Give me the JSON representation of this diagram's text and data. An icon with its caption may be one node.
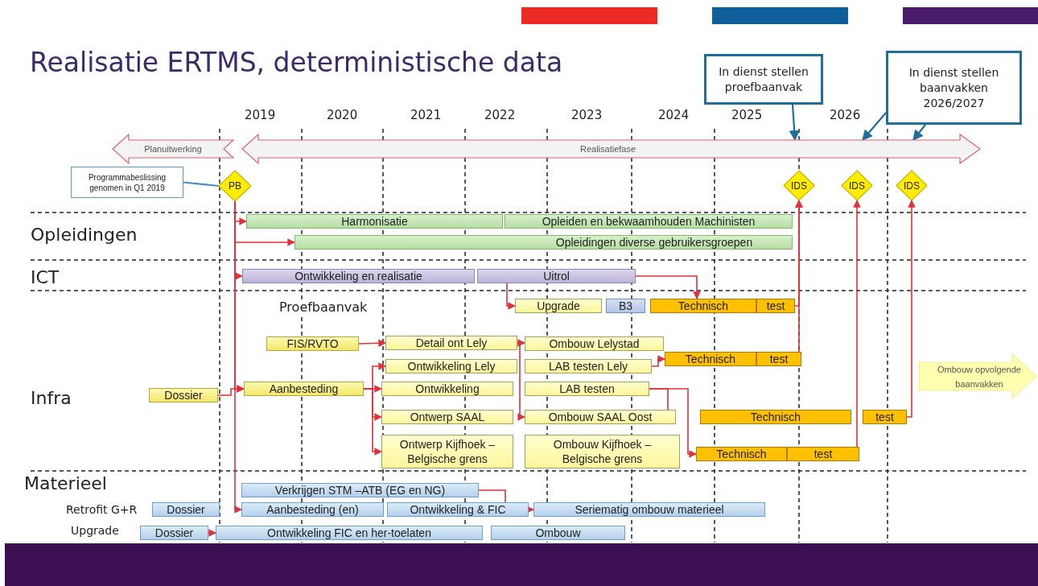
{
  "diagram": {
    "title": "Realisatie ERTMS, deterministische data",
    "nodes": [
      {
        "text": [
          "Planuitwerking"
        ]
      },
      {
        "text": [
          "Realisatiefase"
        ]
      },
      {
        "text": [
          "Programmabeslissing genomen in Q1 2019"
        ]
      },
      {
        "text": [
          "PB"
        ]
      },
      {
        "text": [
          "IDS"
        ]
      },
      {
        "text": [
          "IDS"
        ]
      },
      {
        "text": [
          "IDS"
        ]
      },
      {
        "text": [
          "In dienst stellen proefbaanvak"
        ]
      },
      {
        "text": [
          "In dienst stellen baanvakken 2026/2027"
        ]
      },
      {
        "text": [
          "Harmonisatie"
        ]
      },
      {
        "text": [
          "Opleiden en bekwaamhouden Machinisten"
        ]
      },
      {
        "text": [
          "Opleidingen diverse gebruikersgroepen"
        ]
      },
      {
        "text": [
          "Ontwikkeling en realisatie"
        ]
      },
      {
        "text": [
          "Uitrol"
        ]
      },
      {
        "text": [
          "Upgrade"
        ]
      },
      {
        "text": [
          "B3"
        ]
      },
      {
        "text": [
          "Technisch"
        ]
      },
      {
        "text": [
          "test"
        ]
      },
      {
        "text": [
          "FIS/RVTO"
        ]
      },
      {
        "text": [
          "Detail ont Lely"
        ]
      },
      {
        "text": [
          "Ombouw Lelystad"
        ]
      },
      {
        "text": [
          "Technisch"
        ]
      },
      {
        "text": [
          "test"
        ]
      },
      {
        "text": [
          "Ontwikkeling Lely"
        ]
      },
      {
        "text": [
          "LAB testen Lely"
        ]
      },
      {
        "text": [
          "Dossier"
        ]
      },
      {
        "text": [
          "Aanbesteding"
        ]
      },
      {
        "text": [
          "Ontwikkeling"
        ]
      },
      {
        "text": [
          "LAB testen"
        ]
      },
      {
        "text": [
          "Ontwerp SAAL"
        ]
      },
      {
        "text": [
          "Ombouw SAAL Oost"
        ]
      },
      {
        "text": [
          "Technisch"
        ]
      },
      {
        "text": [
          "test"
        ]
      },
      {
        "text": [
          "Ontwerp Kijfhoek – Belgische grens"
        ]
      },
      {
        "text": [
          "Ombouw Kijfhoek – Belgische grens"
        ]
      },
      {
        "text": [
          "Technisch"
        ]
      },
      {
        "text": [
          "test"
        ]
      },
      {
        "text": [
          "Ombouw opvolgende baanvakken"
        ]
      },
      {
        "text": [
          "Verkrijgen STM –ATB (EG en NG)"
        ]
      },
      {
        "text": [
          "Dossier"
        ]
      },
      {
        "text": [
          "Aanbesteding (en)"
        ]
      },
      {
        "text": [
          "Ontwikkeling & FIC"
        ]
      },
      {
        "text": [
          "Seriematig ombouw materieel"
        ]
      },
      {
        "text": [
          "Dossier"
        ]
      },
      {
        "text": [
          "Ontwikkeling FIC en her-toelaten"
        ]
      },
      {
        "text": [
          "Ombouw"
        ]
      }
    ],
    "edges": [
      {
        "from": 3,
        "to": 9,
        "arrow": "to"
      },
      {
        "from": 3,
        "to": 11,
        "arrow": "to"
      },
      {
        "from": 3,
        "to": 12,
        "arrow": "to"
      },
      {
        "from": 3,
        "to": 26,
        "arrow": "to"
      },
      {
        "from": 3,
        "to": 40,
        "arrow": "to"
      },
      {
        "from": 25,
        "to": 26,
        "arrow": "to"
      },
      {
        "from": 2,
        "to": 3,
        "arrow": "none",
        "color": "#4a8cc4"
      },
      {
        "from": 7,
        "to": 1,
        "arrow": "to",
        "color": "#1f6f9a"
      },
      {
        "from": 8,
        "to": 1,
        "arrow": "to",
        "color": "#1f6f9a"
      },
      {
        "from": 8,
        "to": 1,
        "arrow": "to",
        "color": "#1f6f9a"
      },
      {
        "from": 13,
        "to": 14,
        "arrow": "to"
      },
      {
        "from": 13,
        "to": 16,
        "arrow": "to"
      },
      {
        "from": 17,
        "to": 4,
        "arrow": "to"
      },
      {
        "from": 22,
        "to": 4,
        "arrow": "to"
      },
      {
        "from": 18,
        "to": 19,
        "arrow": "to"
      },
      {
        "from": 19,
        "to": 20,
        "arrow": "to"
      },
      {
        "from": 19,
        "to": 30,
        "arrow": "to"
      },
      {
        "from": 24,
        "to": 21,
        "arrow": "to"
      },
      {
        "from": 26,
        "to": 23,
        "arrow": "to"
      },
      {
        "from": 26,
        "to": 27,
        "arrow": "to"
      },
      {
        "from": 26,
        "to": 29,
        "arrow": "to"
      },
      {
        "from": 26,
        "to": 33,
        "arrow": "to"
      },
      {
        "from": 28,
        "to": 30,
        "arrow": "none"
      },
      {
        "from": 28,
        "to": 35,
        "arrow": "to"
      },
      {
        "from": 32,
        "to": 6,
        "arrow": "to"
      },
      {
        "from": 36,
        "to": 5,
        "arrow": "to"
      },
      {
        "from": 38,
        "to": 41,
        "arrow": "none"
      },
      {
        "from": 41,
        "to": 42,
        "arrow": "to"
      },
      {
        "from": 43,
        "to": 44,
        "arrow": "to"
      }
    ],
    "labels": [
      "2019",
      "2020",
      "2021",
      "2022",
      "2023",
      "2024",
      "2025",
      "2026",
      "Opleidingen",
      "ICT",
      "Proefbaanvak",
      "Infra",
      "Materieel",
      "Retrofit G+R",
      "Upgrade"
    ]
  }
}
